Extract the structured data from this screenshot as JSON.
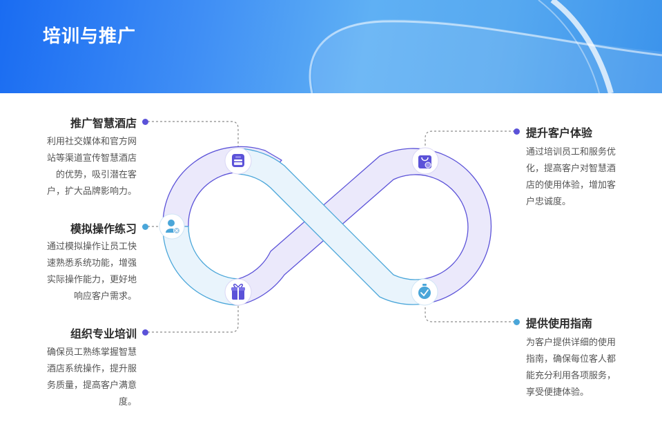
{
  "page": {
    "title": "培训与推广"
  },
  "colors": {
    "purple": "#5b52d8",
    "blue": "#4aa6d9",
    "purple_fill": "#ebe9fb",
    "blue_fill": "#e9f4fc"
  },
  "items": [
    {
      "title": "推广智慧酒店",
      "icon": "store-icon",
      "desc": "利用社交媒体和官方网站等渠道宣传智慧酒店的优势，吸引潜在客户，扩大品牌影响力。"
    },
    {
      "title": "模拟操作练习",
      "icon": "user-settings-icon",
      "desc": "通过模拟操作让员工快速熟悉系统功能，增强实际操作能力，更好地响应客户需求。"
    },
    {
      "title": "组织专业培训",
      "icon": "gift-icon",
      "desc": "确保员工熟练掌握智慧酒店系统操作，提升服务质量，提高客户满意度。"
    },
    {
      "title": "提升客户体验",
      "icon": "shopping-bag-icon",
      "desc": "通过培训员工和服务优化，提高客户对智慧酒店的使用体验，增加客户忠诚度。"
    },
    {
      "title": "提供使用指南",
      "icon": "timer-check-icon",
      "desc": "为客户提供详细的使用指南，确保每位客人都能充分利用各项服务，享受便捷体验。"
    }
  ]
}
